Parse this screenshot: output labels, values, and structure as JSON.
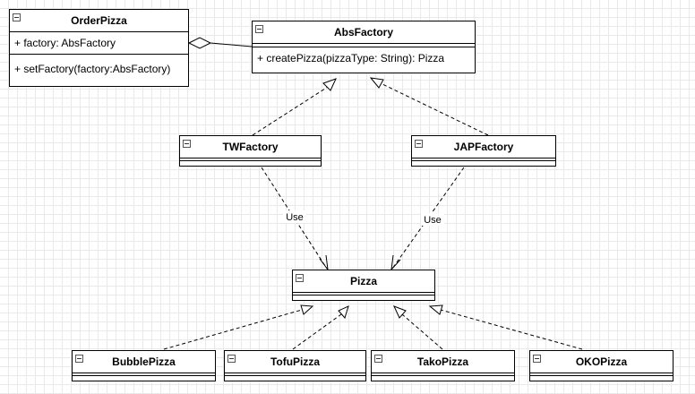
{
  "classes": {
    "order_pizza": {
      "name": "OrderPizza",
      "attributes": [
        "+ factory: AbsFactory"
      ],
      "methods": [
        "+ setFactory(factory:AbsFactory)"
      ]
    },
    "abs_factory": {
      "name": "AbsFactory",
      "methods": [
        "+ createPizza(pizzaType: String): Pizza"
      ]
    },
    "tw_factory": {
      "name": "TWFactory"
    },
    "jap_factory": {
      "name": "JAPFactory"
    },
    "pizza": {
      "name": "Pizza"
    },
    "bubble_pizza": {
      "name": "BubblePizza"
    },
    "tofu_pizza": {
      "name": "TofuPizza"
    },
    "tako_pizza": {
      "name": "TakoPizza"
    },
    "oko_pizza": {
      "name": "OKOPizza"
    }
  },
  "edges": {
    "use_label_left": "Use",
    "use_label_right": "Use"
  },
  "colors": {
    "line": "#000000",
    "grid": "#e9e9e9",
    "background": "#ffffff"
  }
}
